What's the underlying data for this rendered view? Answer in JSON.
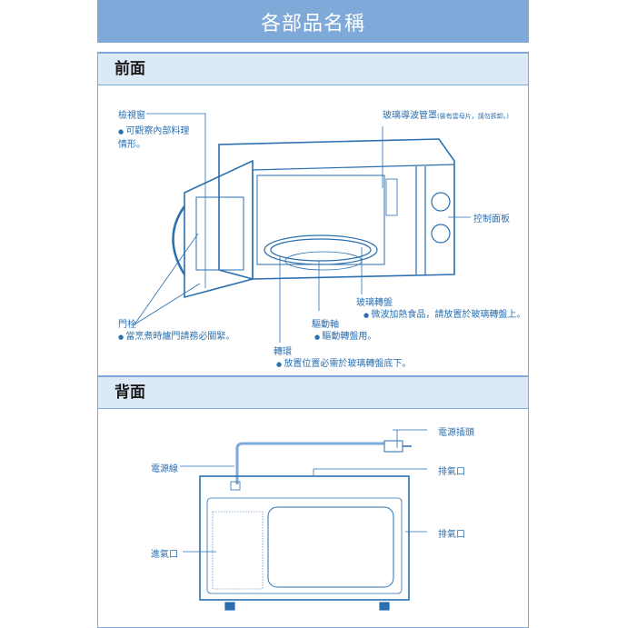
{
  "title": "各部品名稱",
  "front": {
    "heading": "前面",
    "viewing_window": {
      "label": "檢視窗",
      "note": "可觀察內部料理情形。"
    },
    "waveguide_cover": {
      "label": "玻璃導波管罩",
      "note": "(裝有雲母片，請勿拆卸。)"
    },
    "control_panel": {
      "label": "控制面板"
    },
    "glass_turntable": {
      "label": "玻璃轉盤",
      "note": "微波加熱食品，請放置於玻璃轉盤上。"
    },
    "door_latch": {
      "label": "門栓",
      "note": "當烹煮時爐門請務必關緊。"
    },
    "drive_shaft": {
      "label": "驅動軸",
      "note": "驅動轉盤用。"
    },
    "roller_ring": {
      "label": "轉環",
      "note": "放置位置必需於玻璃轉盤底下。"
    }
  },
  "back": {
    "heading": "背面",
    "power_plug": {
      "label": "電源插頭"
    },
    "power_cord": {
      "label": "電源線"
    },
    "exhaust_top": {
      "label": "排氣口"
    },
    "exhaust_side": {
      "label": "排氣口"
    },
    "air_intake": {
      "label": "進氣口"
    }
  },
  "colors": {
    "accent": "#7fa9d8",
    "line": "#2a6fb0",
    "header_bg": "#dce9f6"
  }
}
